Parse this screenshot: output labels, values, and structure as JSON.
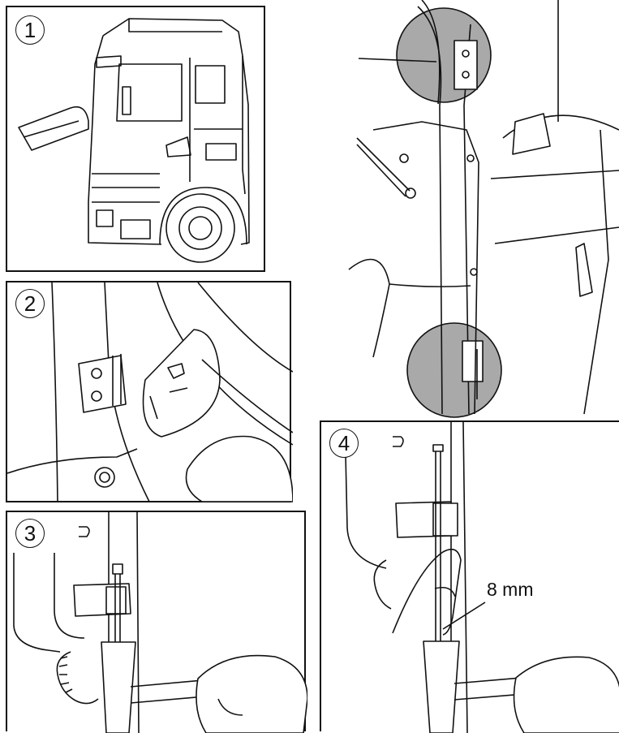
{
  "steps": [
    {
      "number": "1"
    },
    {
      "number": "2"
    },
    {
      "number": "3"
    },
    {
      "number": "4"
    }
  ],
  "measurement": {
    "label": "8 mm"
  },
  "colors": {
    "line": "#111111",
    "highlight": "#a9a9a9",
    "skin": "#ffffff"
  }
}
